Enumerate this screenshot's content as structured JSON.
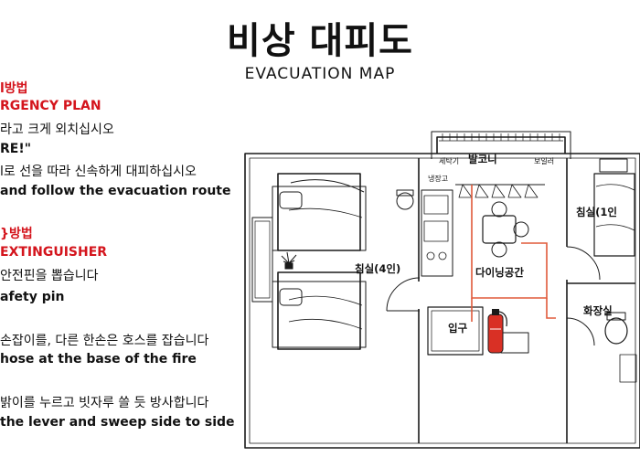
{
  "header": {
    "title": "비상 대피도",
    "subtitle": "EVACUATION MAP"
  },
  "left_panel": {
    "section1": {
      "heading_ko": "l방법",
      "heading_en": "RGENCY PLAN",
      "step1_ko": "라고 크게 외치십시오",
      "step1_en": "RE!\"",
      "step2_ko": "l로 선을 따라 신속하게 대피하십시오",
      "step2_en": "and follow the evacuation route"
    },
    "section2": {
      "heading_ko": "}방법",
      "heading_en": "EXTINGUISHER",
      "step1_ko": "안전핀을 뽑습니다",
      "step1_en": "afety pin",
      "step2_ko": "손잡이를, 다른 한손은 호스를 잡습니다",
      "step2_en": "hose at the base of the fire",
      "step3_ko": "밝이를 누르고 빗자루 쓸 듯 방사합니다",
      "step3_en": "the lever and sweep side to side"
    }
  },
  "floor_plan": {
    "rooms": {
      "balcony": "발코니",
      "washer": "세탁기",
      "boiler": "보일러",
      "fridge": "냉장고",
      "bedroom_4": "침실(4인)",
      "bedroom_1": "침실(1인",
      "dining": "다이닝공간",
      "bathroom": "화장실",
      "entrance": "입구"
    },
    "colors": {
      "route": "#e05a3a",
      "extinguisher": "#d93025",
      "line": "#1a1a1a"
    }
  }
}
